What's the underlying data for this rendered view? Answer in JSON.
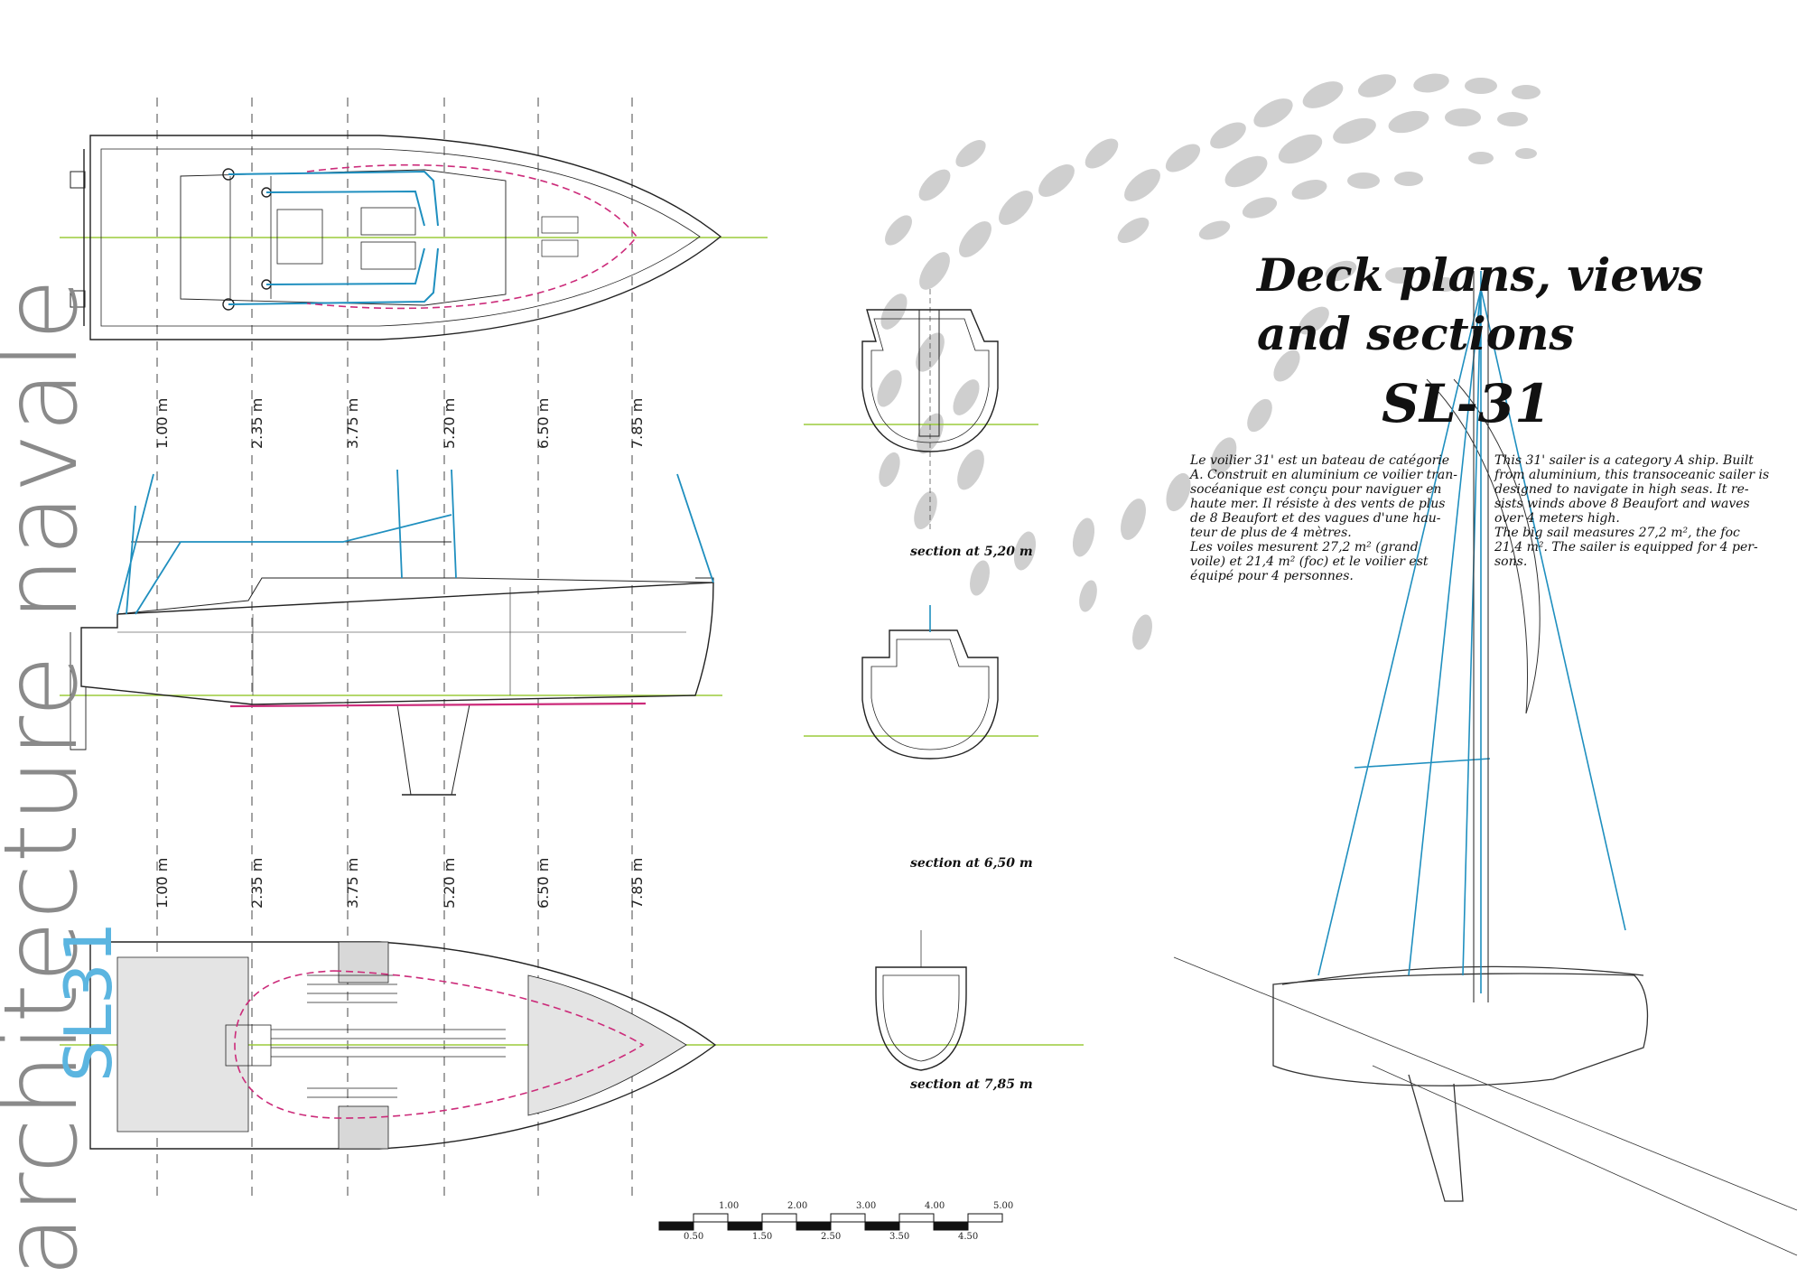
{
  "side_title": "architecture navale",
  "model_tag": "SL31",
  "title": {
    "line1": "Deck plans, views",
    "line2": "and sections",
    "line3": "SL-31"
  },
  "text_fr": [
    "Le voilier 31' est un bateau de catégorie",
    "A. Construit en aluminium ce voilier tran-",
    "socéanique est conçu pour naviguer en",
    "haute mer. Il résiste à des vents de plus",
    "de 8 Beaufort et des vagues d'une hau-",
    "teur de plus de 4 mètres.",
    "Les voiles mesurent 27,2 m² (grand",
    "voile) et 21,4 m² (foc) et le voilier est",
    "équipé pour 4 personnes."
  ],
  "text_en": [
    "This 31' sailer is a category A ship. Built",
    "from aluminium, this transoceanic sailer is",
    "designed to navigate in high seas. It re-",
    "sists winds above 8 Beaufort and waves",
    "over 4 meters high.",
    "The big sail measures 27,2 m², the foc",
    "21,4 m². The sailer is equipped for 4 per-",
    "sons."
  ],
  "stations": [
    "1.00 m",
    "2.35 m",
    "3.75 m",
    "5.20 m",
    "6.50 m",
    "7.85 m"
  ],
  "sections": [
    "section at 5,20 m",
    "section at 6,50 m",
    "section at 7,85 m"
  ],
  "scale": {
    "top": [
      "1.00",
      "2.00",
      "3.00",
      "4.00",
      "5.00"
    ],
    "bottom": [
      "0.50",
      "1.50",
      "2.50",
      "3.50",
      "4.50"
    ]
  },
  "colors": {
    "rigging": "#1f8fbf",
    "waterline": "#9ccc3c",
    "dashed": "#cc2b7a",
    "pattern": "#c8c8c8",
    "model_tag": "#5bb5e0"
  }
}
